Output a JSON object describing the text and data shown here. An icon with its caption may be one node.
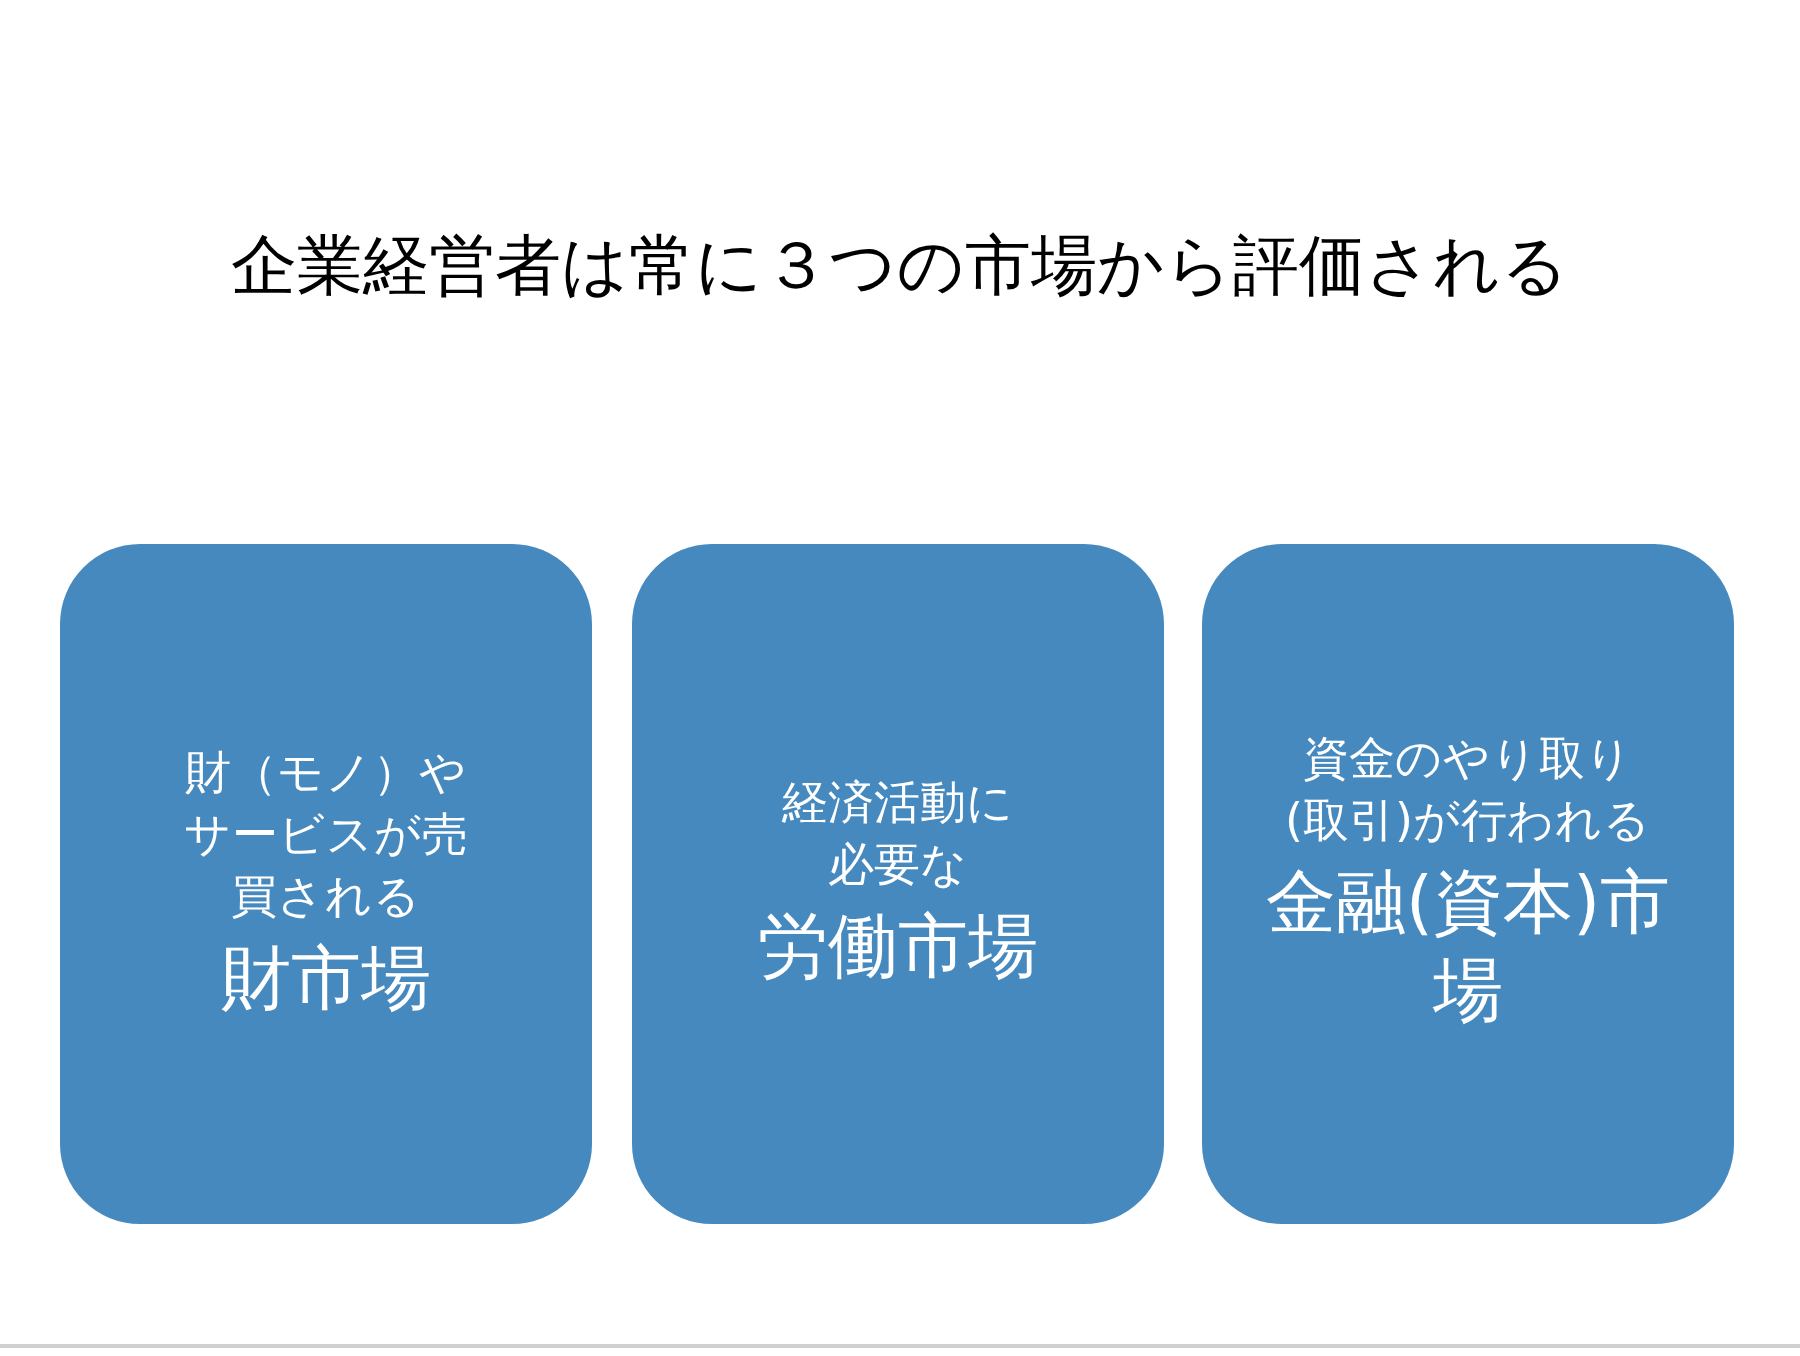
{
  "diagram": {
    "title": "企業経営者は常に３つの市場から評価される",
    "nodes": [
      {
        "text": [
          "財（モノ）やサービスが売買される",
          "財市場"
        ]
      },
      {
        "text": [
          "経済活動に必要な",
          "労働市場"
        ]
      },
      {
        "text": [
          "資金のやり取り(取引)が行われる",
          "金融(資本)市場"
        ]
      }
    ]
  }
}
